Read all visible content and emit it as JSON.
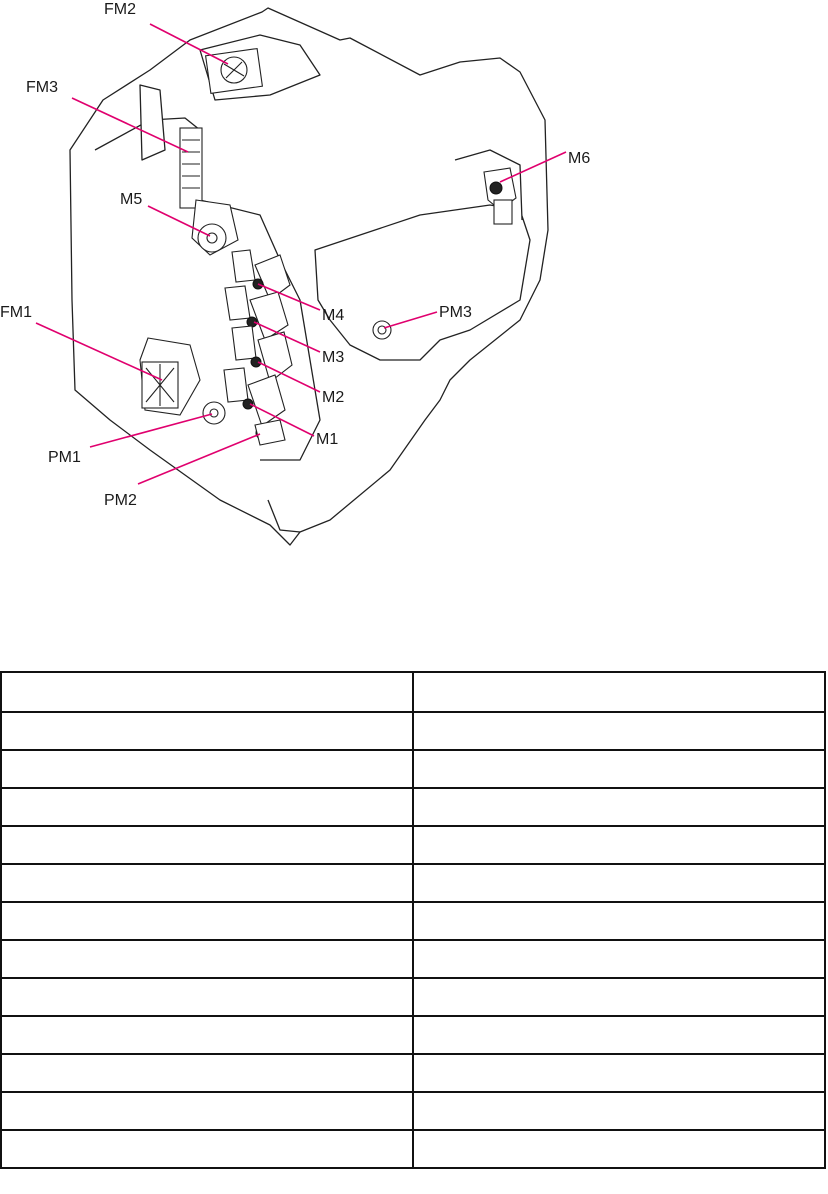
{
  "diagram": {
    "labels": {
      "fm2": "FM2",
      "fm3": "FM3",
      "m5": "M5",
      "m6": "M6",
      "fm1": "FM1",
      "m4": "M4",
      "pm3": "PM3",
      "m3": "M3",
      "m2": "M2",
      "m1": "M1",
      "pm1": "PM1",
      "pm2": "PM2"
    },
    "leader_color": "#e0006e"
  },
  "table": {
    "rows": [
      [
        "",
        ""
      ],
      [
        "",
        ""
      ],
      [
        "",
        ""
      ],
      [
        "",
        ""
      ],
      [
        "",
        ""
      ],
      [
        "",
        ""
      ],
      [
        "",
        ""
      ],
      [
        "",
        ""
      ],
      [
        "",
        ""
      ],
      [
        "",
        ""
      ],
      [
        "",
        ""
      ],
      [
        "",
        ""
      ],
      [
        "",
        ""
      ]
    ]
  }
}
